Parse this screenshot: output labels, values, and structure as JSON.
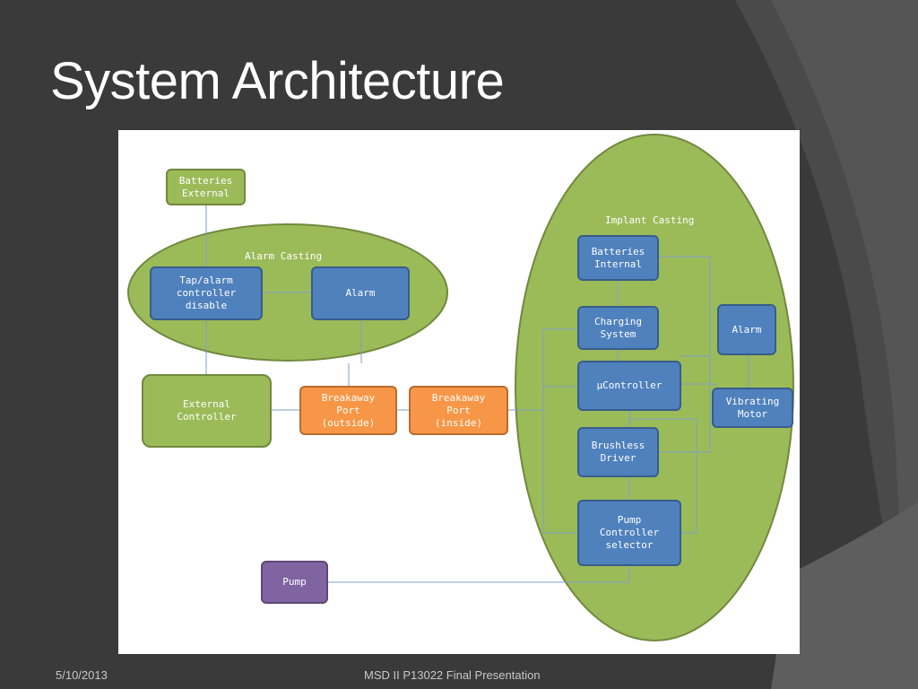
{
  "slide": {
    "title": "System Architecture",
    "footer_date": "5/10/2013",
    "footer_center": "MSD II P13022 Final Presentation"
  },
  "colors": {
    "background": "#3a3a3a",
    "block_blue": "#4f81bd",
    "block_green": "#9bbb59",
    "block_orange": "#f79646",
    "block_purple": "#8064a2",
    "connector": "#7f9fc8"
  },
  "diagram": {
    "groups": {
      "alarm_casting": "Alarm Casting",
      "implant_casting": "Implant Casting"
    },
    "blocks": {
      "batteries_external": "Batteries\nExternal",
      "tap_alarm_controller": "Tap/alarm\ncontroller\ndisable",
      "alarm_external": "Alarm",
      "external_controller": "External\nController",
      "breakaway_outside": "Breakaway\nPort\n(outside)",
      "breakaway_inside": "Breakaway\nPort\n(inside)",
      "pump": "Pump",
      "batteries_internal": "Batteries\nInternal",
      "charging_system": "Charging\nSystem",
      "micro_controller": "µController",
      "brushless_driver": "Brushless\nDriver",
      "pump_controller_selector": "Pump\nController\nselector",
      "alarm_internal": "Alarm",
      "vibrating_motor": "Vibrating\nMotor"
    }
  }
}
